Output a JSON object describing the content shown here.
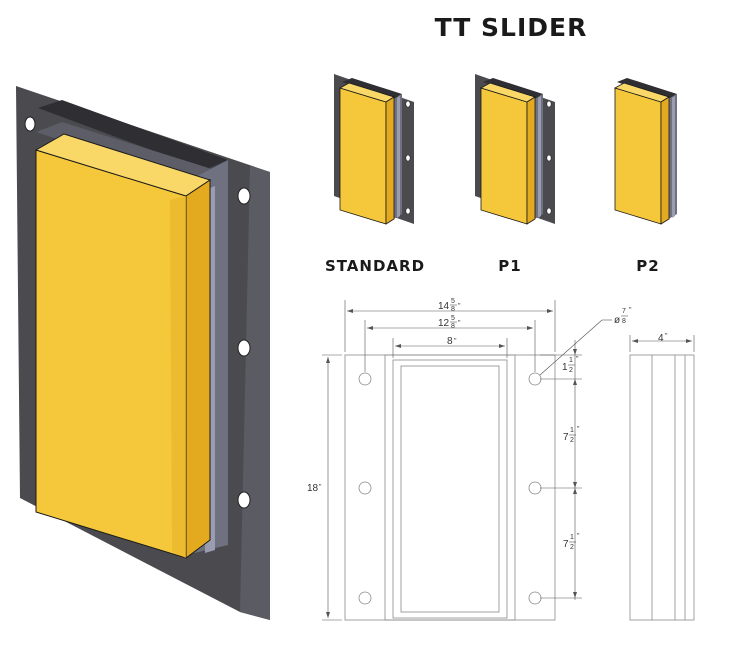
{
  "title": "TT SLIDER",
  "variants": [
    {
      "label": "STANDARD"
    },
    {
      "label": "P1"
    },
    {
      "label": "P2"
    }
  ],
  "colors": {
    "yellow": "#f5c73a",
    "yellow_shade": "#e3a91f",
    "steel_dark": "#4a4a4f",
    "steel_mid": "#6f7180",
    "steel_light": "#9a9cb0"
  },
  "drawing": {
    "overall_width": {
      "whole": "14",
      "num": "5",
      "den": "8",
      "unit": "\""
    },
    "hole_spacing_width": {
      "whole": "12",
      "num": "5",
      "den": "8",
      "unit": "\""
    },
    "pad_width": {
      "whole": "8",
      "unit": "\""
    },
    "hole_diameter": {
      "prefix": "ø",
      "num": "7",
      "den": "8",
      "unit": "\""
    },
    "top_hole_offset": {
      "whole": "1",
      "num": "1",
      "den": "2",
      "unit": "\""
    },
    "hole_pitch_1": {
      "whole": "7",
      "num": "1",
      "den": "2",
      "unit": "\""
    },
    "hole_pitch_2": {
      "whole": "7",
      "num": "1",
      "den": "2",
      "unit": "\""
    },
    "overall_height": {
      "whole": "18",
      "unit": "\""
    },
    "depth": {
      "whole": "4",
      "unit": "\""
    }
  }
}
